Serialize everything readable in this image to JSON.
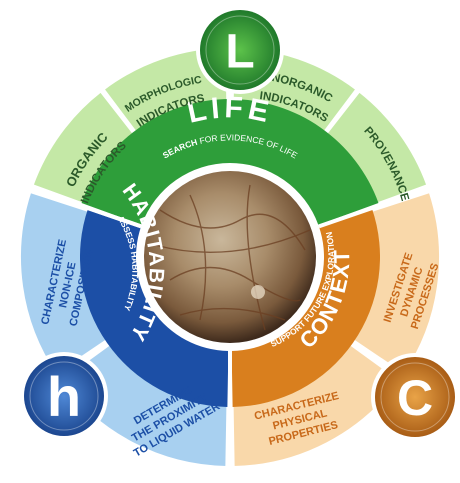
{
  "life": {
    "title": "LIFE",
    "tagline": "SEARCH FOR EVIDENCE OF LIFE",
    "tagline_lead": "SEARCH",
    "tagline_rest": " FOR EVIDENCE OF LIFE",
    "badge_letter": "L",
    "segments": [
      {
        "lines": [
          "ORGANIC",
          "INDICATORS"
        ]
      },
      {
        "lines": [
          "MORPHOLOGIC",
          "INDICATORS"
        ]
      },
      {
        "lines": [
          "INORGANIC",
          "INDICATORS"
        ]
      },
      {
        "lines": [
          "PROVENANCE"
        ]
      }
    ]
  },
  "habitability": {
    "title": "HABITABILITY",
    "tagline": "ASSESS HABITABILITY",
    "badge_letter": "h",
    "segments": [
      {
        "lines": [
          "CHARACTERIZE",
          "NON-ICE",
          "COMPOSITION"
        ]
      },
      {
        "lines": [
          "DETERMINE",
          "THE PROXIMITY",
          "TO LIQUID WATER"
        ]
      }
    ]
  },
  "context": {
    "title": "CONTEXT",
    "tagline": "SUPPORT FUTURE EXPLORATION",
    "badge_letter": "C",
    "segments": [
      {
        "lines": [
          "INVESTIGATE",
          "DYNAMIC",
          "PROCESSES"
        ]
      },
      {
        "lines": [
          "CHARACTERIZE",
          "PHYSICAL",
          "PROPERTIES"
        ]
      }
    ]
  },
  "colors": {
    "life_dark": "#2e9e3a",
    "life_light": "#c4e8a6",
    "hab_dark": "#1c4fa6",
    "hab_light": "#a8d0f0",
    "ctx_dark": "#d97f1e",
    "ctx_light": "#f9d8aa"
  },
  "center_image": "europa-moon"
}
